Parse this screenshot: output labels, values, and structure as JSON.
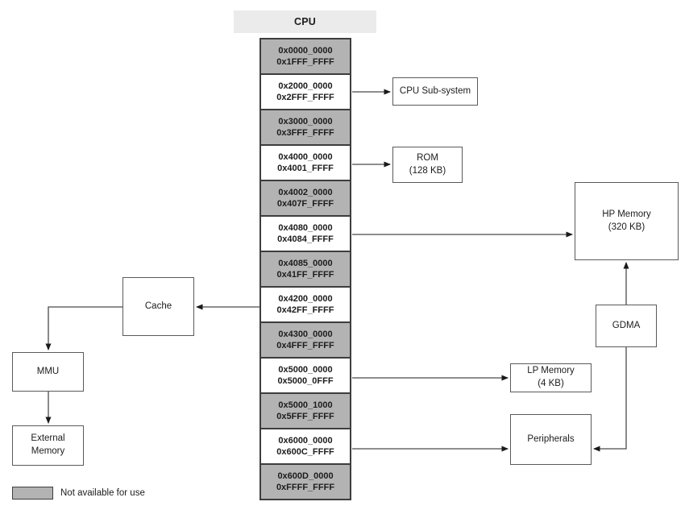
{
  "title": "CPU",
  "colors": {
    "unavailable_fill": "#b3b3b3",
    "available_fill": "#ffffff",
    "header_fill": "#ebebeb",
    "border": "#3d3d3d"
  },
  "memory_map": {
    "rows": [
      {
        "start": "0x0000_0000",
        "end": "0x1FFF_FFFF",
        "available": false
      },
      {
        "start": "0x2000_0000",
        "end": "0x2FFF_FFFF",
        "available": true
      },
      {
        "start": "0x3000_0000",
        "end": "0x3FFF_FFFF",
        "available": false
      },
      {
        "start": "0x4000_0000",
        "end": "0x4001_FFFF",
        "available": true
      },
      {
        "start": "0x4002_0000",
        "end": "0x407F_FFFF",
        "available": false
      },
      {
        "start": "0x4080_0000",
        "end": "0x4084_FFFF",
        "available": true
      },
      {
        "start": "0x4085_0000",
        "end": "0x41FF_FFFF",
        "available": false
      },
      {
        "start": "0x4200_0000",
        "end": "0x42FF_FFFF",
        "available": true
      },
      {
        "start": "0x4300_0000",
        "end": "0x4FFF_FFFF",
        "available": false
      },
      {
        "start": "0x5000_0000",
        "end": "0x5000_0FFF",
        "available": true
      },
      {
        "start": "0x5000_1000",
        "end": "0x5FFF_FFFF",
        "available": false
      },
      {
        "start": "0x6000_0000",
        "end": "0x600C_FFFF",
        "available": true
      },
      {
        "start": "0x600D_0000",
        "end": "0xFFFF_FFFF",
        "available": false
      }
    ]
  },
  "components": {
    "cpu_subsystem": {
      "label": "CPU Sub-system"
    },
    "rom": {
      "label": "ROM",
      "size": "(128 KB)"
    },
    "hp_memory": {
      "label": "HP Memory",
      "size": "(320 KB)"
    },
    "cache": {
      "label": "Cache"
    },
    "mmu": {
      "label": "MMU"
    },
    "external_memory": {
      "line1": "External",
      "line2": "Memory"
    },
    "gdma": {
      "label": "GDMA"
    },
    "lp_memory": {
      "label": "LP Memory",
      "size": "(4 KB)"
    },
    "peripherals": {
      "label": "Peripherals"
    }
  },
  "connections": [
    {
      "from": "region 0x2000_0000",
      "to": "CPU Sub-system"
    },
    {
      "from": "region 0x4000_0000",
      "to": "ROM"
    },
    {
      "from": "region 0x4080_0000",
      "to": "HP Memory"
    },
    {
      "from": "region 0x4200_0000",
      "to": "Cache"
    },
    {
      "from": "Cache",
      "to": "MMU"
    },
    {
      "from": "MMU",
      "to": "External Memory"
    },
    {
      "from": "region 0x5000_0000",
      "to": "LP Memory"
    },
    {
      "from": "region 0x6000_0000",
      "to": "Peripherals"
    },
    {
      "from": "GDMA",
      "to": "HP Memory"
    },
    {
      "from": "GDMA",
      "to": "Peripherals"
    }
  ],
  "legend": {
    "label": "Not available for use"
  }
}
